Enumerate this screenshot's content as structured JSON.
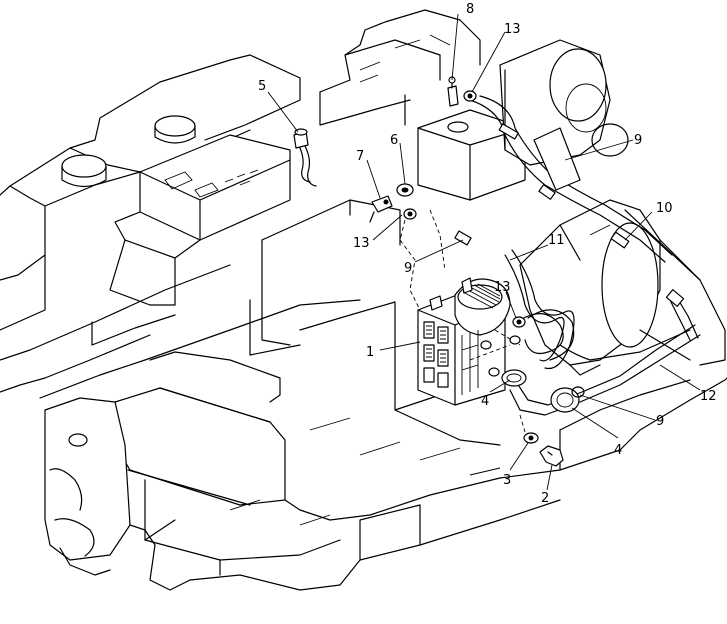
{
  "figure": {
    "callouts": [
      {
        "id": "c1",
        "text": "1"
      },
      {
        "id": "c2",
        "text": "2"
      },
      {
        "id": "c3",
        "text": "3"
      },
      {
        "id": "c4a",
        "text": "4"
      },
      {
        "id": "c4b",
        "text": "4"
      },
      {
        "id": "c5",
        "text": "5"
      },
      {
        "id": "c6",
        "text": "6"
      },
      {
        "id": "c7",
        "text": "7"
      },
      {
        "id": "c8",
        "text": "8"
      },
      {
        "id": "c9a",
        "text": "9"
      },
      {
        "id": "c9b",
        "text": "9"
      },
      {
        "id": "c9c",
        "text": "9"
      },
      {
        "id": "c10",
        "text": "10"
      },
      {
        "id": "c11",
        "text": "11"
      },
      {
        "id": "c12",
        "text": "12"
      },
      {
        "id": "c13a",
        "text": "13"
      },
      {
        "id": "c13b",
        "text": "13"
      },
      {
        "id": "c13c",
        "text": "13"
      }
    ]
  }
}
